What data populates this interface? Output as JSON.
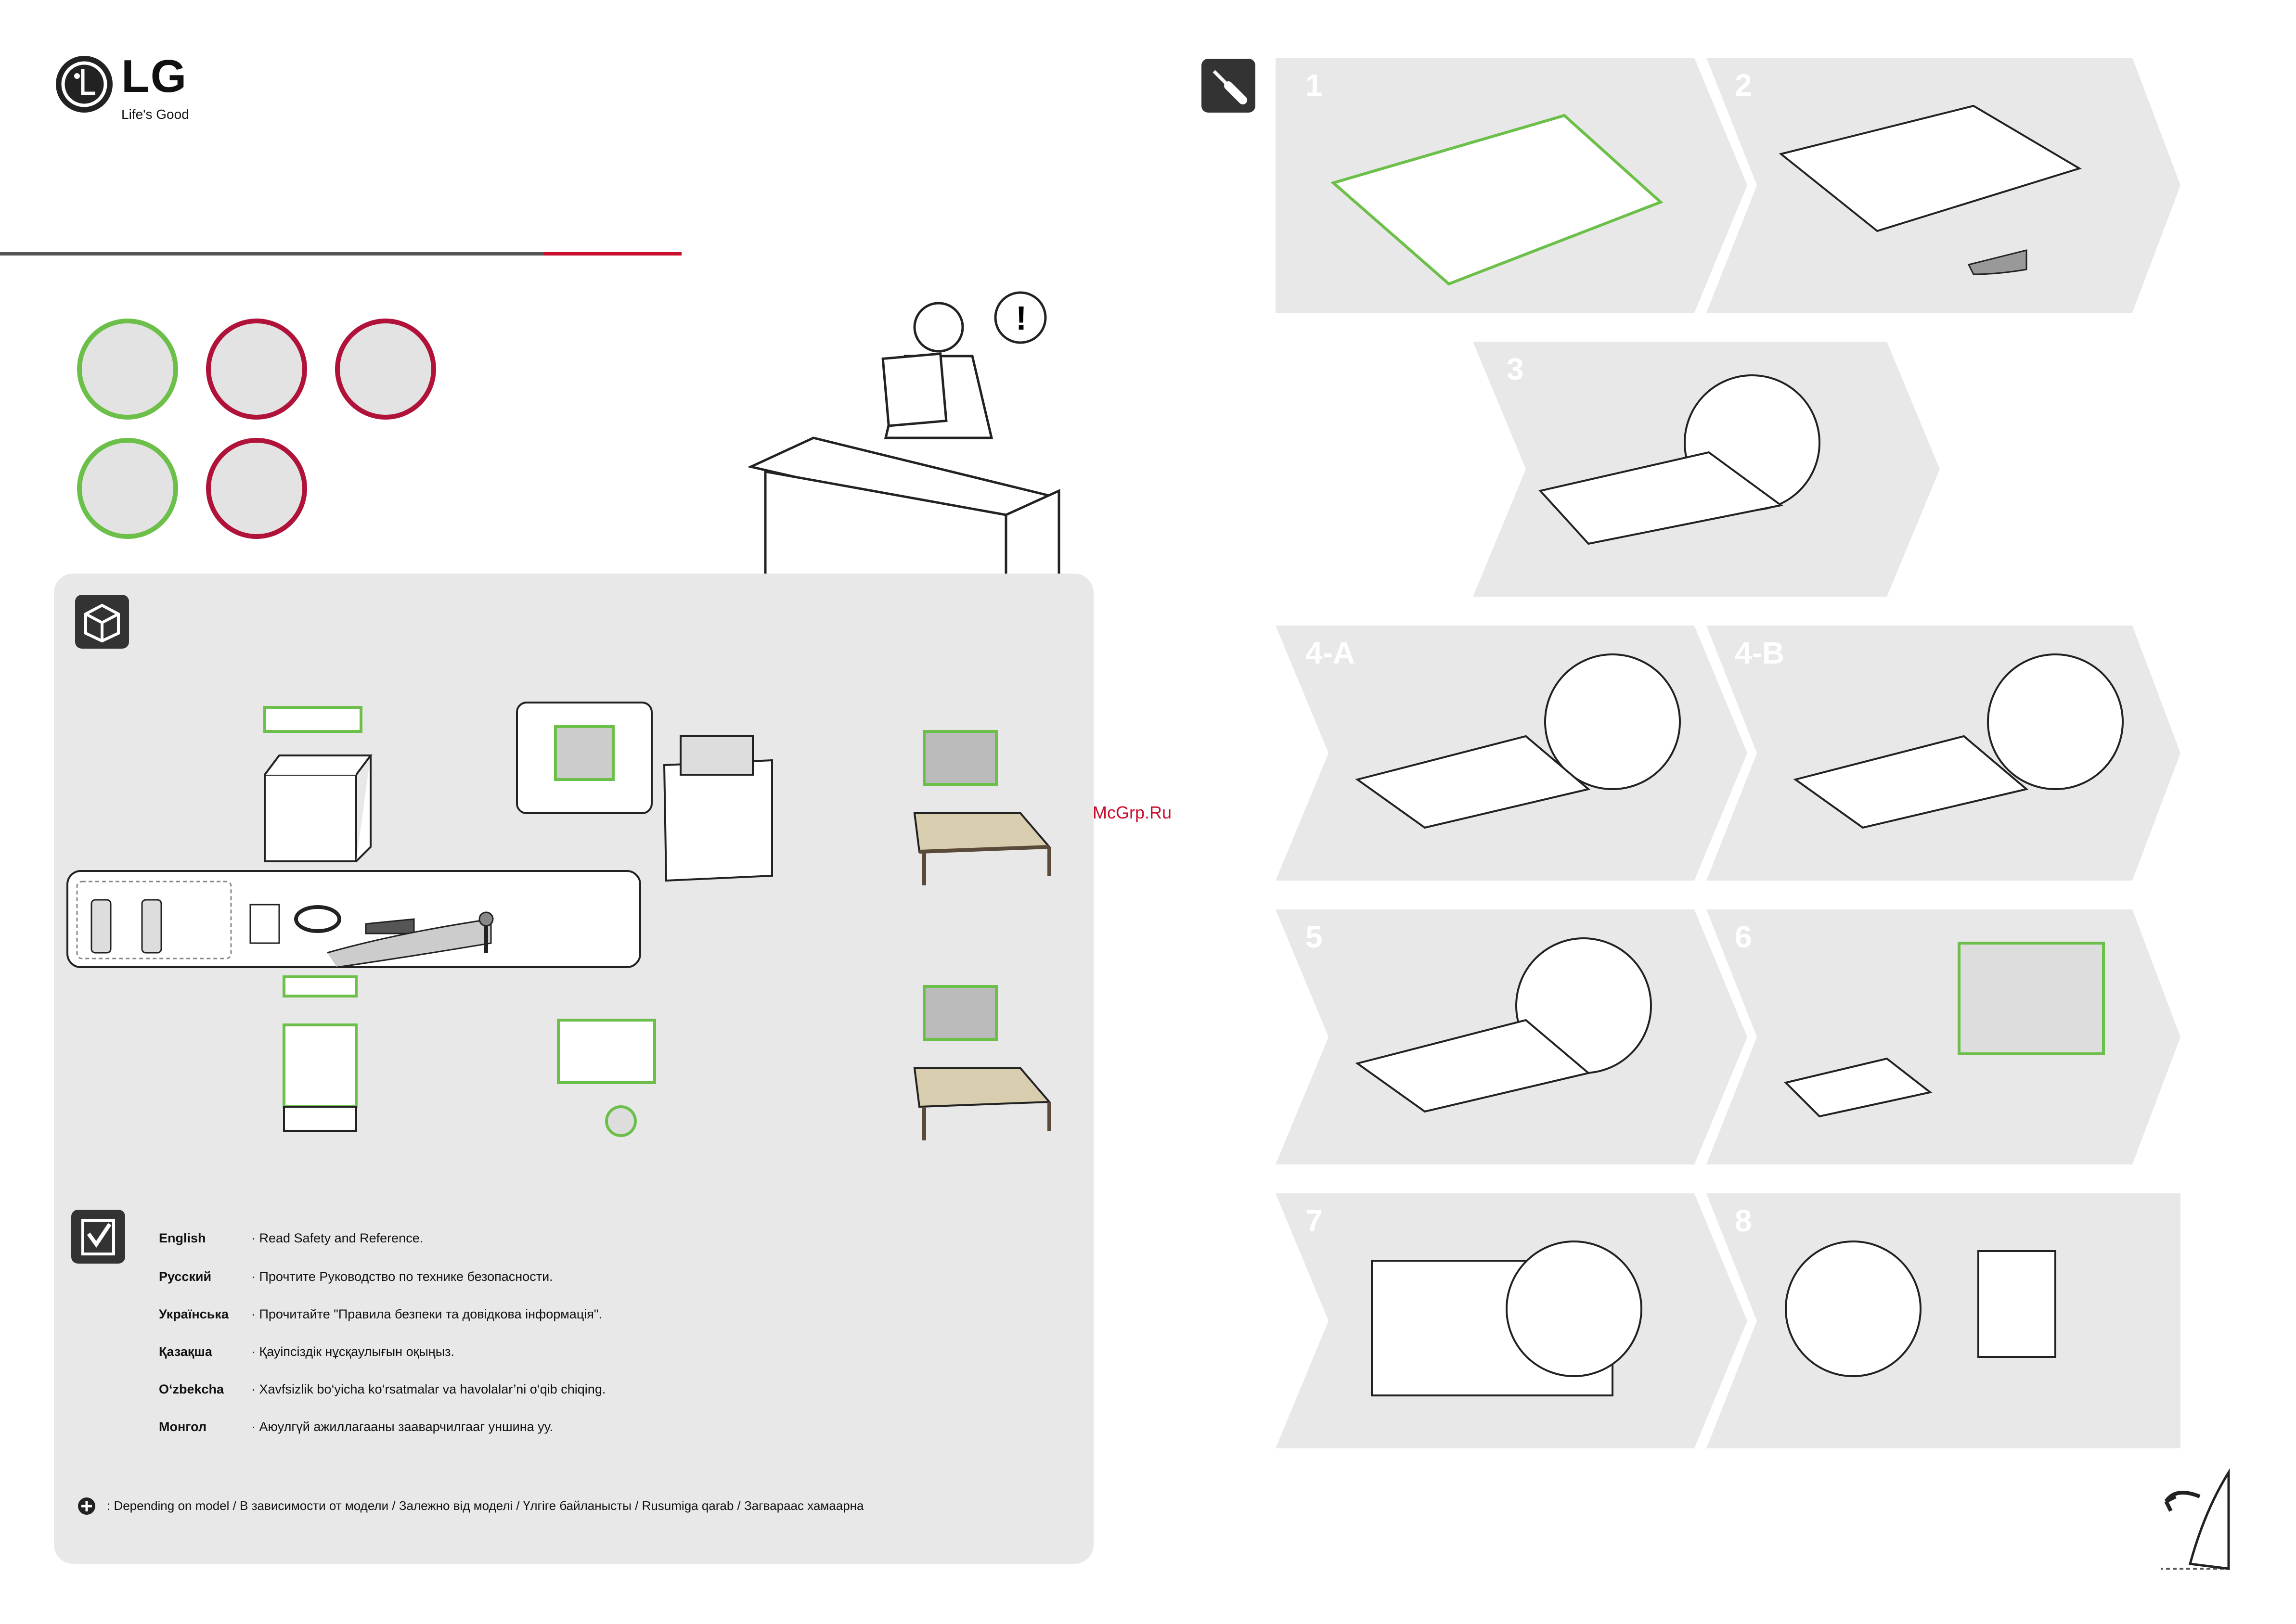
{
  "brand": {
    "name": "LG",
    "tagline": "Life's Good"
  },
  "watermark": "McGrp.Ru",
  "steps": [
    "1",
    "2",
    "3",
    "4-A",
    "4-B",
    "5",
    "6",
    "7",
    "8"
  ],
  "languages": [
    {
      "name": "English",
      "text": "· Read Safety and Reference."
    },
    {
      "name": "Русский",
      "text": "· Прочтите Руководство по технике безопасности."
    },
    {
      "name": "Українська",
      "text": "· Прочитайте \"Правила безпеки та довідкова інформація\"."
    },
    {
      "name": "Қазақша",
      "text": "· Қауіпсіздік нұсқаулығын оқыңыз."
    },
    {
      "name": "O‘zbekcha",
      "text": "· Xavfsizlik bo‘yicha ko‘rsatmalar va havolalar’ni o‘qib chiqing."
    },
    {
      "name": "Монгол",
      "text": "· Аюулгүй ажиллагааны зааварчилгааг уншина уу."
    }
  ],
  "footnote": ": Depending on model / В зависимости от модели / Залежно від моделі / Үлгіге байланысты / Rusumiga qarab / Загвараас хамаарна",
  "colors": {
    "accent_green": "#6cc04a",
    "brand_red": "#c8102e",
    "panel_gray": "#e8e8e8"
  }
}
